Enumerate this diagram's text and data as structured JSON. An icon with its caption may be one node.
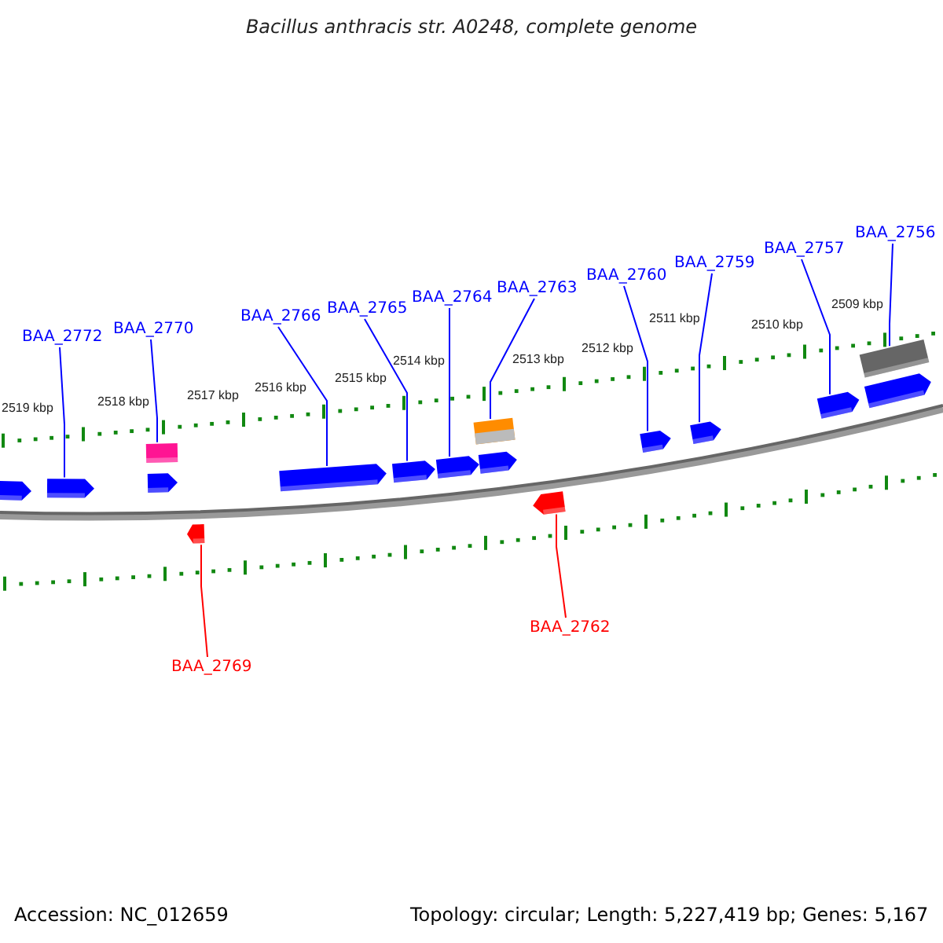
{
  "diagram": {
    "title": "Bacillus anthracis str. A0248, complete genome",
    "nodes": [
      {
        "text": [
          "BAA_2772"
        ]
      },
      {
        "text": [
          "BAA_2770"
        ]
      },
      {
        "text": [
          "BAA_2766"
        ]
      },
      {
        "text": [
          "BAA_2765"
        ]
      },
      {
        "text": [
          "BAA_2764"
        ]
      },
      {
        "text": [
          "BAA_2763"
        ]
      },
      {
        "text": [
          "BAA_2760"
        ]
      },
      {
        "text": [
          "BAA_2759"
        ]
      },
      {
        "text": [
          "BAA_2757"
        ]
      },
      {
        "text": [
          "BAA_2756"
        ]
      },
      {
        "text": [
          "BAA_2769"
        ]
      },
      {
        "text": [
          "BAA_2762"
        ]
      },
      {
        "text": [],
        "shape": "arrow"
      },
      {
        "text": [],
        "shape": "arrow"
      },
      {
        "text": [],
        "shape": "box"
      },
      {
        "text": [],
        "shape": "arrow"
      },
      {
        "text": [],
        "shape": "arrow"
      },
      {
        "text": [],
        "shape": "arrow"
      },
      {
        "text": [],
        "shape": "arrow"
      },
      {
        "text": [],
        "shape": "arrow"
      },
      {
        "text": [],
        "shape": "box"
      },
      {
        "text": [],
        "shape": "arrow"
      },
      {
        "text": [],
        "shape": "arrow"
      },
      {
        "text": [],
        "shape": "arrow"
      },
      {
        "text": [],
        "shape": "arrow"
      },
      {
        "text": [],
        "shape": "arrow"
      },
      {
        "text": [],
        "shape": "box"
      },
      {
        "text": [],
        "shape": "arrow"
      }
    ],
    "edges": [
      {
        "from": 0,
        "to": 13,
        "arrow": "none"
      },
      {
        "from": 1,
        "to": 14,
        "arrow": "none"
      },
      {
        "from": 2,
        "to": 17,
        "arrow": "none"
      },
      {
        "from": 3,
        "to": 18,
        "arrow": "none"
      },
      {
        "from": 4,
        "to": 19,
        "arrow": "none"
      },
      {
        "from": 5,
        "to": 20,
        "arrow": "none"
      },
      {
        "from": 6,
        "to": 23,
        "arrow": "none"
      },
      {
        "from": 7,
        "to": 24,
        "arrow": "none"
      },
      {
        "from": 8,
        "to": 25,
        "arrow": "none"
      },
      {
        "from": 9,
        "to": 26,
        "arrow": "none"
      },
      {
        "from": 10,
        "to": 16,
        "arrow": "none",
        "color": "#ff0000"
      },
      {
        "from": 11,
        "to": 22,
        "arrow": "none",
        "color": "#ff0000"
      }
    ],
    "labels": [
      "2519 kbp",
      "2518 kbp",
      "2517 kbp",
      "2516 kbp",
      "2515 kbp",
      "2514 kbp",
      "2513 kbp",
      "2512 kbp",
      "2511 kbp",
      "2510 kbp",
      "2509 kbp",
      "Accession: NC_012659",
      "Topology: circular; Length: 5,227,419 bp; Genes: 5,167"
    ]
  }
}
